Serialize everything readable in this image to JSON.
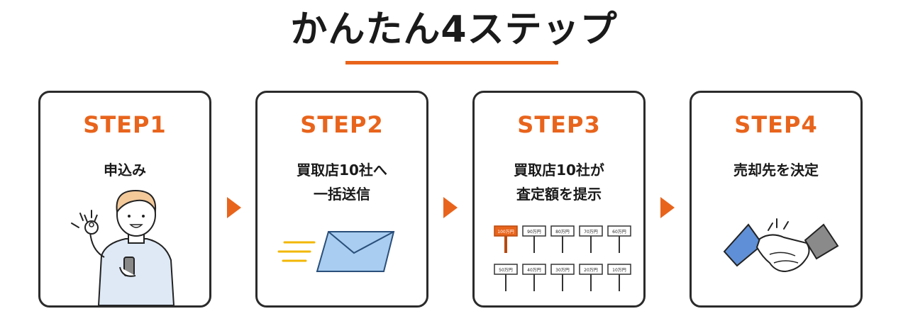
{
  "title": "かんたん4ステップ",
  "steps": [
    {
      "label": "STEP1",
      "lines": [
        "申込み"
      ]
    },
    {
      "label": "STEP2",
      "lines": [
        "買取店10社へ",
        "一括送信"
      ]
    },
    {
      "label": "STEP3",
      "lines": [
        "買取店10社が",
        "査定額を提示"
      ]
    },
    {
      "label": "STEP4",
      "lines": [
        "売却先を決定"
      ]
    }
  ],
  "offers": [
    "100万円",
    "90万円",
    "80万円",
    "70万円",
    "60万円",
    "50万円",
    "40万円",
    "30万円",
    "20万円",
    "10万円"
  ],
  "colors": {
    "accent": "#e8641c",
    "border": "#2b2b2b"
  }
}
